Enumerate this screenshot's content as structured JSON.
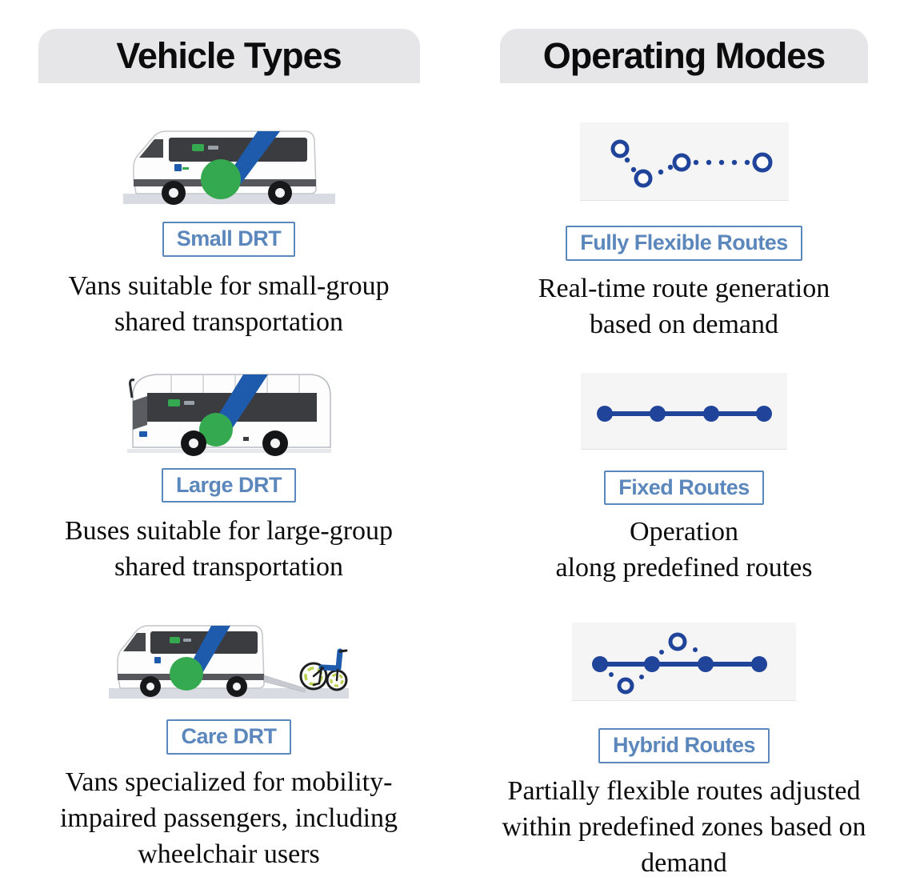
{
  "left": {
    "header": "Vehicle Types",
    "items": [
      {
        "label": "Small DRT",
        "description": "Vans suitable for small-group\nshared transportation",
        "icon": "small-drt-van-icon"
      },
      {
        "label": "Large DRT",
        "description": "Buses suitable for large-group\nshared transportation",
        "icon": "large-drt-bus-icon"
      },
      {
        "label": "Care DRT",
        "description": "Vans specialized for mobility-\nimpaired passengers, including\nwheelchair users",
        "icon": "care-drt-wheelchair-van-icon"
      }
    ]
  },
  "right": {
    "header": "Operating Modes",
    "items": [
      {
        "label": "Fully Flexible Routes",
        "description": "Real-time route generation\nbased on demand",
        "icon": "fully-flexible-route-icon"
      },
      {
        "label": "Fixed Routes",
        "description": "Operation\nalong predefined routes",
        "icon": "fixed-route-icon"
      },
      {
        "label": "Hybrid Routes",
        "description": "Partially flexible routes adjusted\nwithin predefined zones based on\ndemand",
        "icon": "hybrid-route-icon"
      }
    ]
  },
  "colors": {
    "header_bg": "#e6e6e8",
    "label_blue": "#5b87bc",
    "route_blue": "#20449a",
    "stripe_blue": "#1e5bac",
    "accent_green": "#35a94f",
    "window_gray": "#3b3c40",
    "icon_bg": "#f5f5f6",
    "ground_gray": "#d8dbe2"
  }
}
